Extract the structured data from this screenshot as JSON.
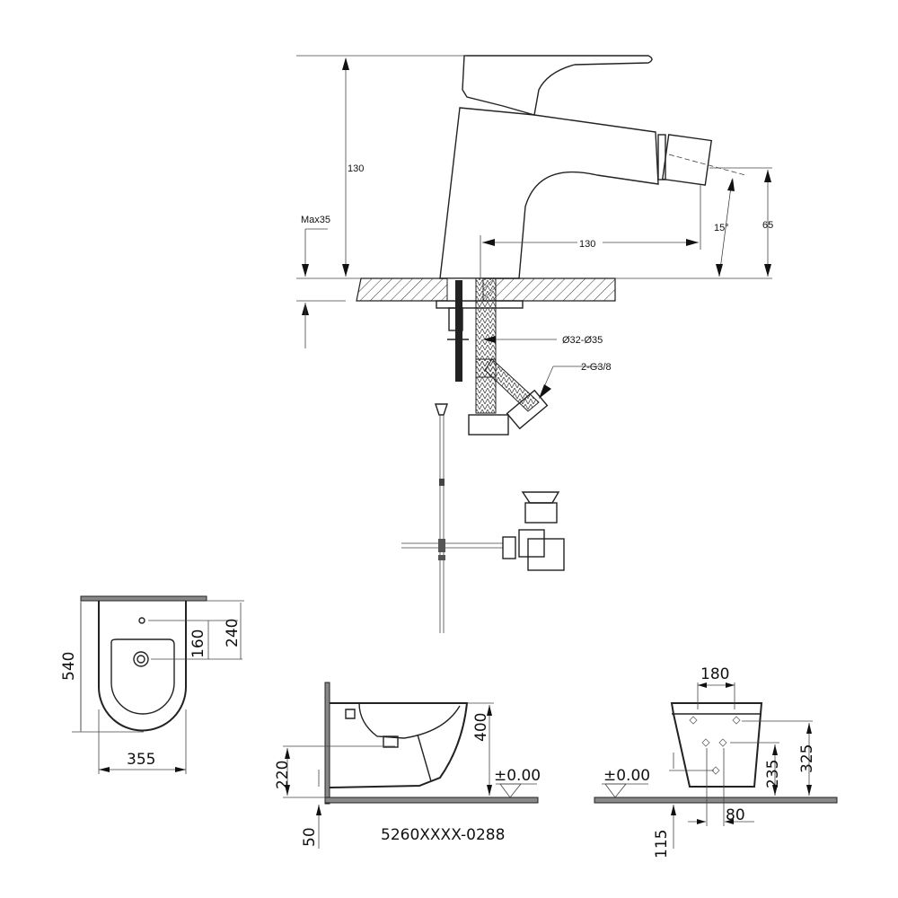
{
  "faucet_view": {
    "height_label": "130",
    "max_thickness_label": "Max35",
    "spout_reach_label": "130",
    "spout_height_label": "65",
    "angle_label": "15°",
    "hole_diameter_label": "Ø32-Ø35",
    "connection_label": "2-G3/8"
  },
  "top_view": {
    "length_label": "540",
    "width_label": "355",
    "drain_offset_label": "160",
    "tap_hole_offset_label": "240"
  },
  "side_view": {
    "height_label": "400",
    "drain_height_label": "220",
    "floor_offset_label": "50",
    "level_label": "±0.00",
    "product_code": "5260XXXX-0288"
  },
  "front_view": {
    "fixing_spacing_label": "180",
    "lower_fixing_height_label": "235",
    "upper_fixing_height_label": "325",
    "supply_height_label": "115",
    "fixing_offset_label": "80",
    "level_label": "±0.00"
  }
}
